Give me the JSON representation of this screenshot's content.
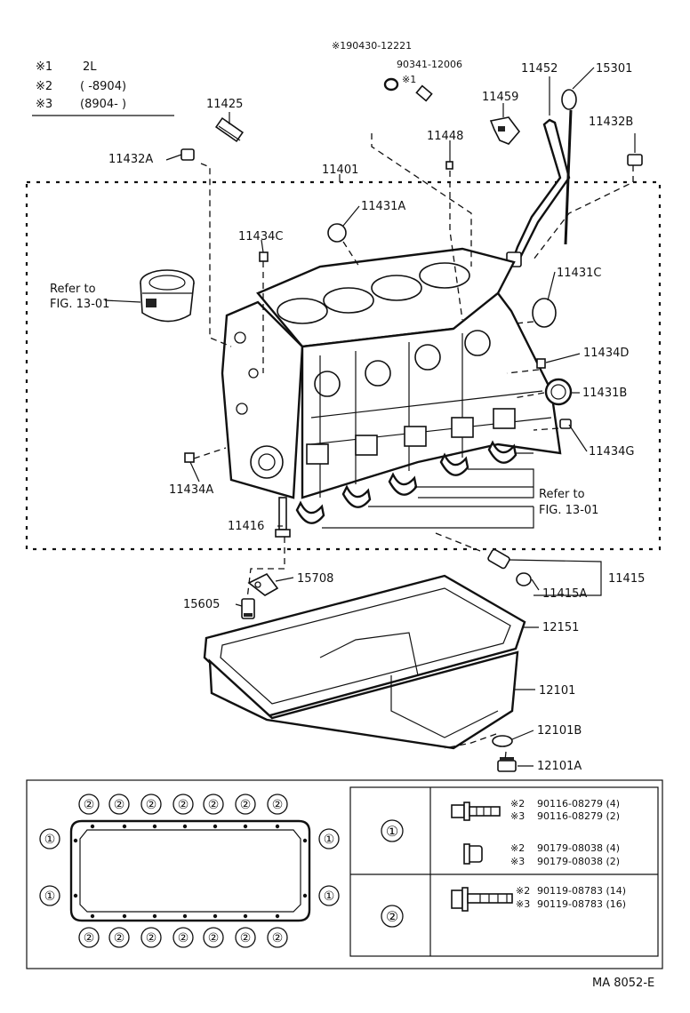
{
  "legend": {
    "items": [
      {
        "mark": "※1",
        "text": "2L"
      },
      {
        "mark": "※2",
        "text": "(     -8904)"
      },
      {
        "mark": "※3",
        "text": "(8904-     )"
      }
    ]
  },
  "parts": {
    "p90430": "※190430-12221",
    "p90341": "90341-12006",
    "p90341_note": "※1",
    "p11452": "11452",
    "p15301": "15301",
    "p11459": "11459",
    "p11425": "11425",
    "p11432B": "11432B",
    "p11448": "11448",
    "p11432A": "11432A",
    "p11401": "11401",
    "p11431A": "11431A",
    "p11434C": "11434C",
    "p11431C": "11431C",
    "refer1_a": "Refer to",
    "refer1_b": "FIG. 13-01",
    "p11434D": "11434D",
    "p11431B": "11431B",
    "p11434G": "11434G",
    "p11434A": "11434A",
    "refer2_a": "Refer to",
    "refer2_b": "FIG. 13-01",
    "p11416": "11416",
    "p15708": "15708",
    "p11415": "11415",
    "p11415A": "11415A",
    "p15605": "15605",
    "p12151": "12151",
    "p12101": "12101",
    "p12101B": "12101B",
    "p12101A": "12101A"
  },
  "bolt_legend": {
    "circle1": "①",
    "circle2": "②",
    "row1": [
      {
        "mark": "※2",
        "code": "90116-08279 (4)"
      },
      {
        "mark": "※3",
        "code": "90116-08279 (2)"
      },
      {
        "mark": "※2",
        "code": "90179-08038 (4)"
      },
      {
        "mark": "※3",
        "code": "90179-08038 (2)"
      }
    ],
    "row2": [
      {
        "mark": "※2",
        "code": "90119-08783 (14)"
      },
      {
        "mark": "※3",
        "code": "90119-08783 (16)"
      }
    ]
  },
  "figure_id": "MA 8052-E"
}
